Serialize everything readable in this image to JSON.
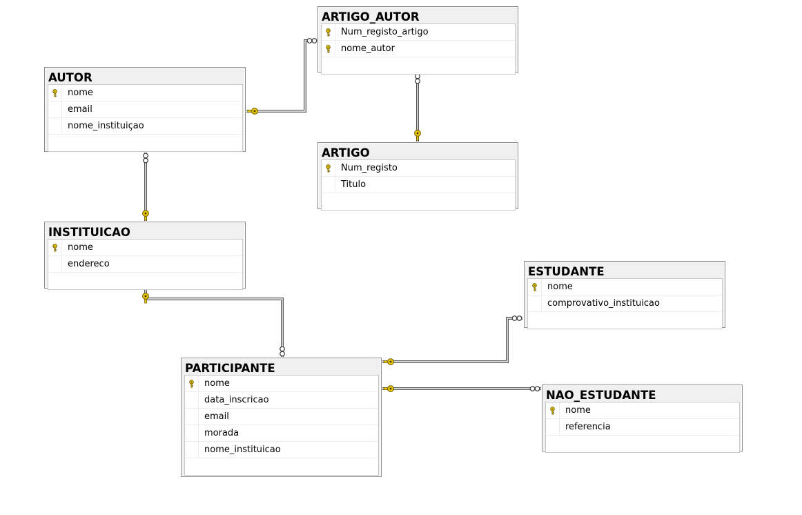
{
  "tables": {
    "artigo_autor": {
      "title": "ARTIGO_AUTOR",
      "columns": [
        {
          "name": "Num_registo_artigo",
          "key": true
        },
        {
          "name": "nome_autor",
          "key": true
        }
      ]
    },
    "autor": {
      "title": "AUTOR",
      "columns": [
        {
          "name": "nome",
          "key": true
        },
        {
          "name": "email",
          "key": false
        },
        {
          "name": "nome_instituiçao",
          "key": false
        }
      ]
    },
    "artigo": {
      "title": "ARTIGO",
      "columns": [
        {
          "name": "Num_registo",
          "key": true
        },
        {
          "name": "Titulo",
          "key": false
        }
      ]
    },
    "instituicao": {
      "title": "INSTITUICAO",
      "columns": [
        {
          "name": "nome",
          "key": true
        },
        {
          "name": "endereco",
          "key": false
        }
      ]
    },
    "estudante": {
      "title": "ESTUDANTE",
      "columns": [
        {
          "name": "nome",
          "key": true
        },
        {
          "name": "comprovativo_instituicao",
          "key": false
        }
      ]
    },
    "participante": {
      "title": "PARTICIPANTE",
      "columns": [
        {
          "name": "nome",
          "key": true
        },
        {
          "name": "data_inscricao",
          "key": false
        },
        {
          "name": "email",
          "key": false
        },
        {
          "name": "morada",
          "key": false
        },
        {
          "name": "nome_instituicao",
          "key": false
        }
      ]
    },
    "nao_estudante": {
      "title": "NAO_ESTUDANTE",
      "columns": [
        {
          "name": "nome",
          "key": true
        },
        {
          "name": "referencia",
          "key": false
        }
      ]
    }
  },
  "relationships": [
    {
      "from": "artigo_autor",
      "to": "autor",
      "many_end": "artigo_autor",
      "one_end": "autor"
    },
    {
      "from": "artigo_autor",
      "to": "artigo",
      "many_end": "artigo_autor",
      "one_end": "artigo"
    },
    {
      "from": "autor",
      "to": "instituicao",
      "many_end": "autor",
      "one_end": "instituicao"
    },
    {
      "from": "participante",
      "to": "instituicao",
      "many_end": "participante",
      "one_end": "instituicao"
    },
    {
      "from": "estudante",
      "to": "participante",
      "many_end": "estudante",
      "one_end": "participante"
    },
    {
      "from": "nao_estudante",
      "to": "participante",
      "many_end": "nao_estudante",
      "one_end": "participante"
    }
  ],
  "colors": {
    "key_icon": "#e8c600",
    "connector": "#555555",
    "table_border": "#8a8a8a",
    "header_bg": "#f0f0f0"
  },
  "icons": {
    "primary_key": "key-icon",
    "many_end": "infinity-icon",
    "one_end": "key-icon"
  }
}
